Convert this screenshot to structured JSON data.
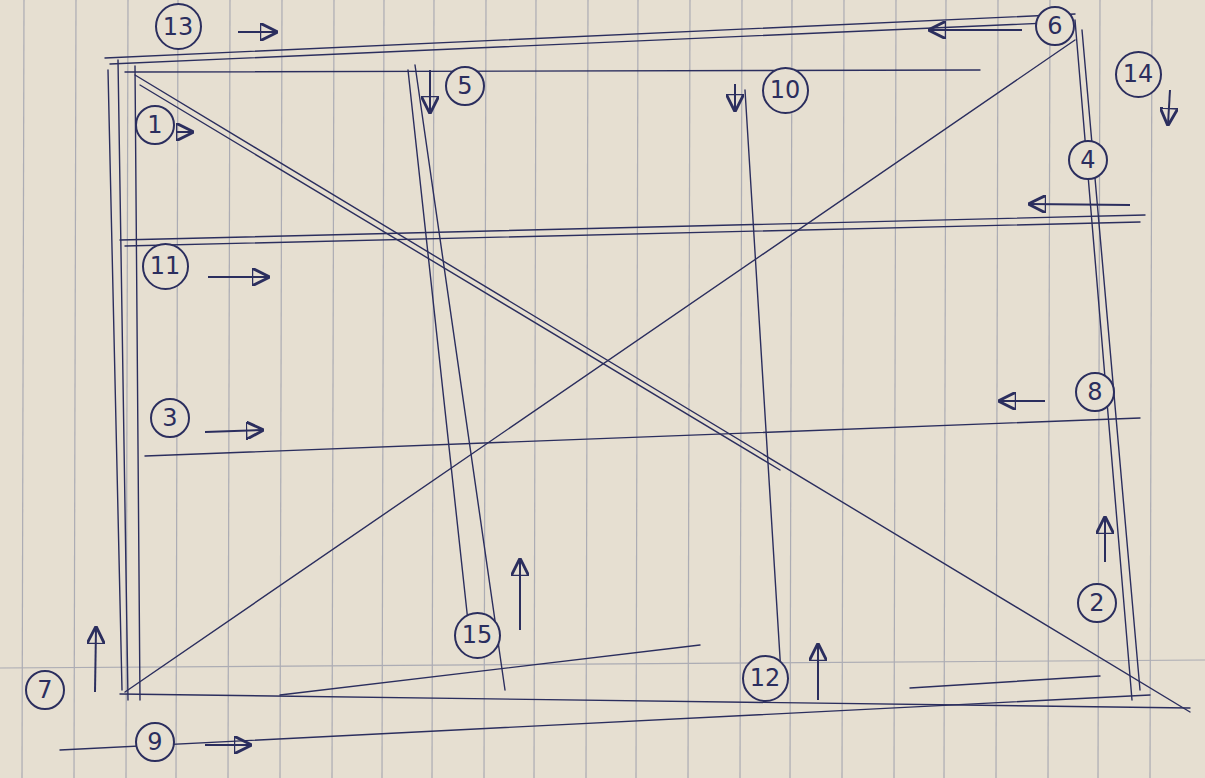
{
  "diagram": {
    "nodes": [
      {
        "text": [
          "13"
        ]
      },
      {
        "text": [
          "6"
        ]
      },
      {
        "text": [
          "14"
        ]
      },
      {
        "text": [
          "1"
        ]
      },
      {
        "text": [
          "5"
        ]
      },
      {
        "text": [
          "10"
        ]
      },
      {
        "text": [
          "4"
        ]
      },
      {
        "text": [
          "11"
        ]
      },
      {
        "text": [
          "8"
        ]
      },
      {
        "text": [
          "3"
        ]
      },
      {
        "text": [
          "2"
        ]
      },
      {
        "text": [
          "15"
        ]
      },
      {
        "text": [
          "12"
        ]
      },
      {
        "text": [
          "7"
        ]
      },
      {
        "text": [
          "9"
        ]
      }
    ]
  }
}
